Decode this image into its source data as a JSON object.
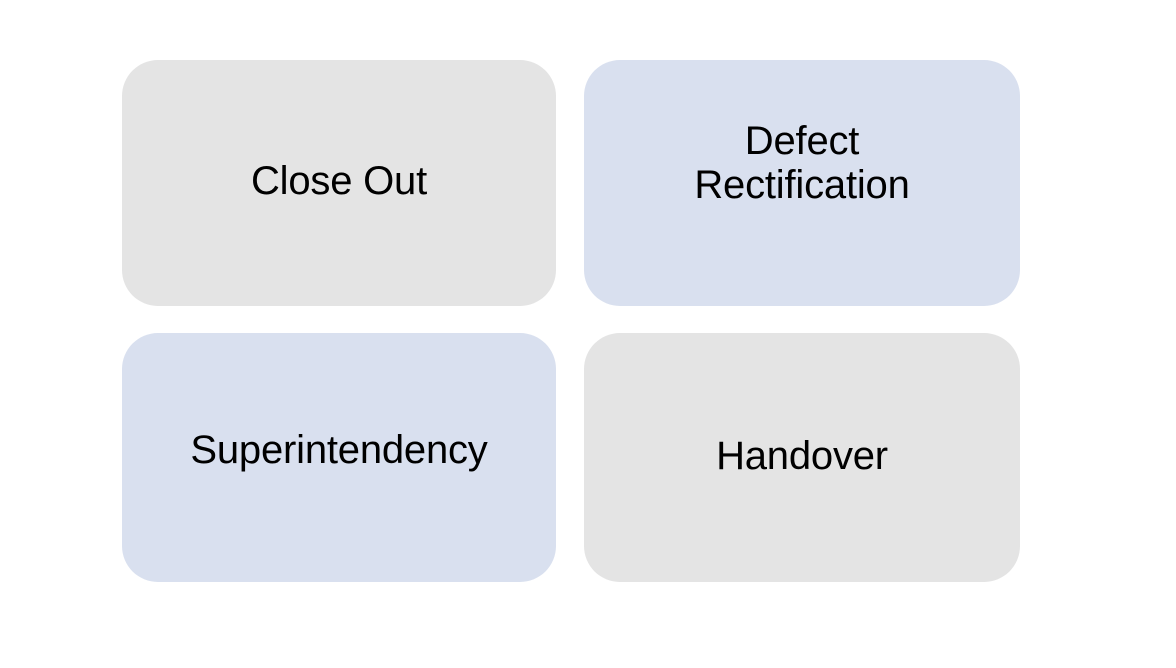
{
  "page": {
    "background_color": "#ffffff",
    "layout": "2x2-card-grid",
    "columns": 2,
    "rows": 2
  },
  "palette": {
    "card_gray": "#e4e4e4",
    "card_blue": "#d9e0ef",
    "text": "#000000",
    "background": "#ffffff"
  },
  "cards": [
    {
      "label": "Close Out",
      "background_color": "#e4e4e4",
      "text_color": "#000000",
      "position": "top-left",
      "lines": 1
    },
    {
      "label": "Defect\nRectification",
      "background_color": "#d9e0ef",
      "text_color": "#000000",
      "position": "top-right",
      "lines": 2
    },
    {
      "label": "Superintendency",
      "background_color": "#d9e0ef",
      "text_color": "#000000",
      "position": "bottom-left",
      "lines": 1
    },
    {
      "label": "Handover",
      "background_color": "#e4e4e4",
      "text_color": "#000000",
      "position": "bottom-right",
      "lines": 1
    }
  ]
}
